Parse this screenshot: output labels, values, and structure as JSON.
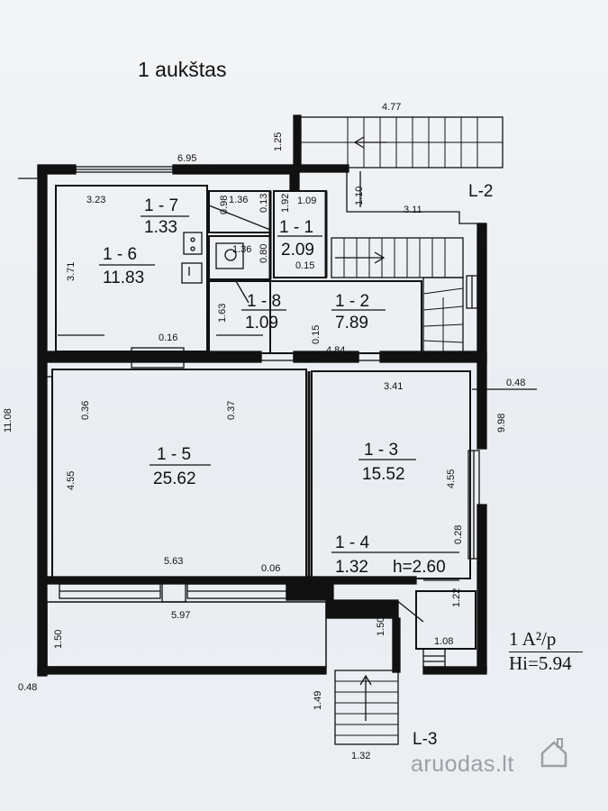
{
  "title": "1 aukštas",
  "rooms": [
    {
      "id": "1 - 1",
      "area": "2.09"
    },
    {
      "id": "1 - 2",
      "area": "7.89"
    },
    {
      "id": "1 - 3",
      "area": "15.52"
    },
    {
      "id": "1 - 4",
      "area": "1.32"
    },
    {
      "id": "1 - 5",
      "area": "25.62"
    },
    {
      "id": "1 - 6",
      "area": "11.83"
    },
    {
      "id": "1 - 7",
      "area": "1.33"
    },
    {
      "id": "1 - 8",
      "area": "1.09"
    }
  ],
  "height_note": "h=2.60",
  "dimensions": {
    "top_stair_width": "4.77",
    "top_stair_depth": "1.25",
    "top_width": "6.95",
    "room6_width": "3.23",
    "room7_width": "1.36",
    "room7_depth": "0.98",
    "room7_small": "0.13",
    "room1_left": "1.92",
    "room1_width": "1.09",
    "stair_right_depth": "1.10",
    "stair_right_width": "3.11",
    "room6_height": "3.71",
    "room8_width": "1.36",
    "room8_small": "0.80",
    "room1_small": "0.15",
    "room8_height": "1.63",
    "room2_small": "0.15",
    "room6_bottom": "0.16",
    "room2_width": "4.84",
    "room3_width": "3.41",
    "right_ext": "0.48",
    "room5_small": "0.36",
    "room5_small2": "0.37",
    "total_height": "11.08",
    "right_height": "9.98",
    "room5_height": "4.55",
    "room3_height": "4.55",
    "room3_small": "0.28",
    "room5_width": "5.63",
    "wall_small": "0.06",
    "bottom_width": "5.97",
    "bottom_room_width": "1.32",
    "room4_height": "1.22",
    "room4_side": "1.50",
    "room4_width": "1.08",
    "bottom_left_depth": "1.50",
    "bottom_left_ext": "0.48",
    "bottom_stair_depth": "1.49",
    "bottom_stair_width": "1.32"
  },
  "levels": {
    "l2": "L-2",
    "l3": "L-3"
  },
  "ratio": {
    "top": "1 A²/p",
    "bottom": "Hi=5.94"
  },
  "watermark": "aruodas.lt",
  "colors": {
    "ink": "#111111",
    "paper": "#eef1f4",
    "watermark": "#9aa0a6"
  }
}
